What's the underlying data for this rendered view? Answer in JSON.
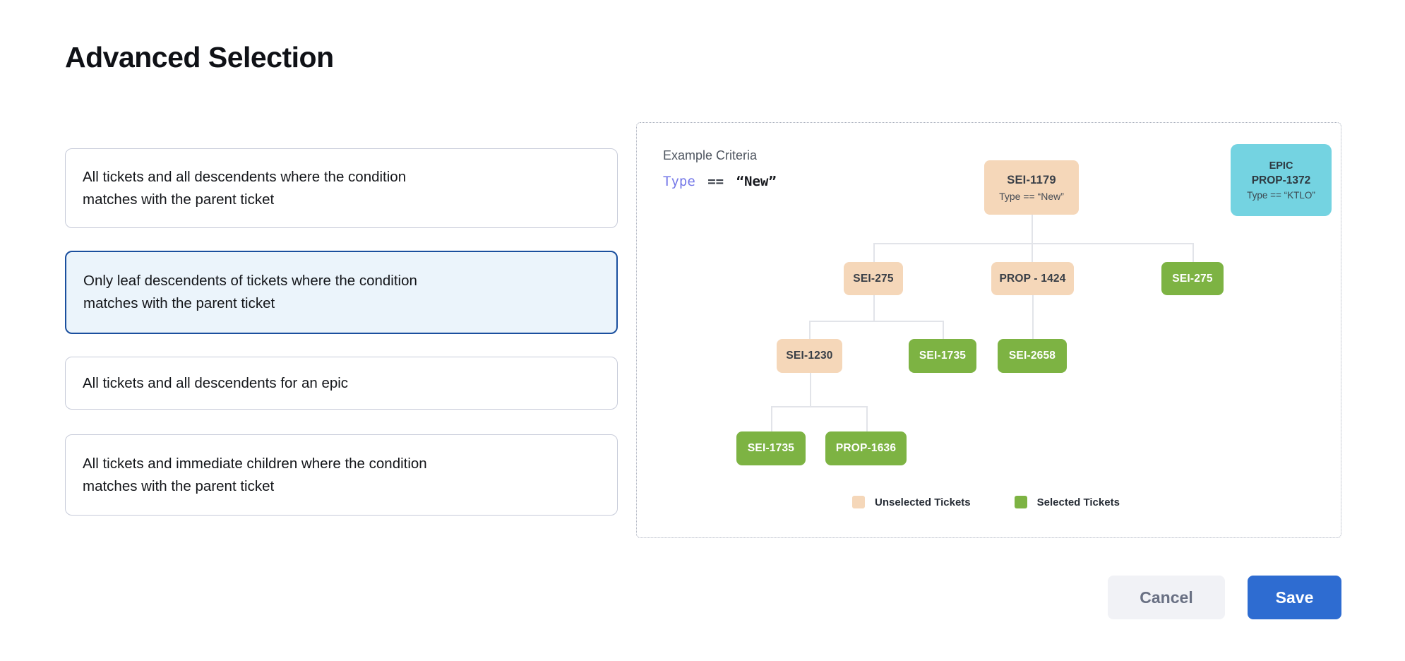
{
  "title": "Advanced Selection",
  "options": [
    {
      "label": "All tickets and all descendents where the condition\nmatches with the parent ticket",
      "selected": false
    },
    {
      "label": "Only leaf descendents of tickets where the condition\nmatches with the parent ticket",
      "selected": true
    },
    {
      "label": "All tickets and all descendents for an epic",
      "selected": false
    },
    {
      "label": "All tickets and immediate children where the condition\nmatches with the parent ticket",
      "selected": false
    }
  ],
  "example": {
    "heading": "Example Criteria",
    "criteria": {
      "field": "Type",
      "op": "==",
      "value": "“New”"
    }
  },
  "tree": {
    "nodes": [
      {
        "id": "SEI-1179",
        "condition": "Type == “New”",
        "state": "unselected"
      },
      {
        "id": "SEI-275",
        "state": "unselected"
      },
      {
        "id": "PROP - 1424",
        "state": "unselected"
      },
      {
        "id": "SEI-275",
        "state": "selected"
      },
      {
        "id": "SEI-1230",
        "state": "unselected"
      },
      {
        "id": "SEI-1735",
        "state": "selected"
      },
      {
        "id": "SEI-2658",
        "state": "selected"
      },
      {
        "id": "SEI-1735",
        "state": "selected"
      },
      {
        "id": "PROP-1636",
        "state": "selected"
      }
    ],
    "epic": {
      "type_label": "EPIC",
      "id": "PROP-1372",
      "condition": "Type == “KTLO”"
    }
  },
  "legend": {
    "unselected": {
      "label": "Unselected Tickets",
      "color": "#F5D7B9"
    },
    "selected": {
      "label": "Selected Tickets",
      "color": "#7DB343"
    }
  },
  "actions": {
    "cancel": "Cancel",
    "save": "Save"
  },
  "colors": {
    "accent_blue": "#2E6CD1",
    "selected_card_border": "#1A4F9E",
    "selected_card_bg": "#EBF4FB",
    "unselected_node": "#F5D7B9",
    "selected_node": "#7DB343",
    "epic_bg": "#74D3E1"
  }
}
